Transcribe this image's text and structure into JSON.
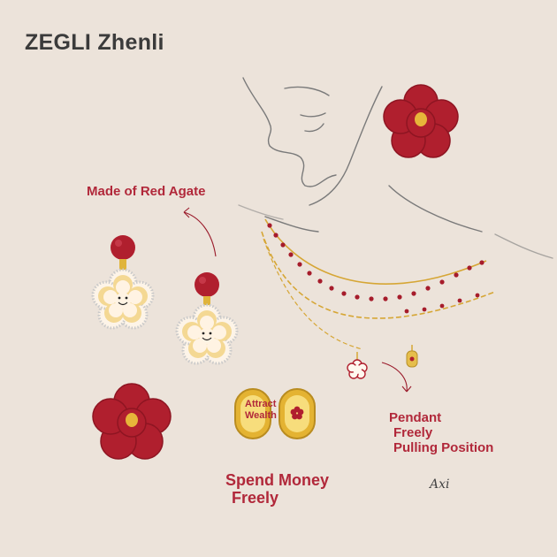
{
  "brand": {
    "name": "ZEGLI Zhenli"
  },
  "labels": {
    "agate": "Made of Red Agate",
    "pendant_lines": [
      "Pendant",
      "Freely",
      "Pulling Position"
    ],
    "spend_lines": [
      "Spend Money",
      "Freely"
    ],
    "charm_lines": [
      "Attract",
      "Wealth"
    ],
    "signature": "Axi"
  },
  "colors": {
    "background": "#ece3da",
    "agate_red": "#b01f2e",
    "gold": "#e0b43a",
    "text_red": "#b1283a"
  },
  "icons": [
    "red-flower-icon",
    "earring-icon",
    "necklace-icon",
    "gold-charm-icon",
    "arrow-icon"
  ]
}
